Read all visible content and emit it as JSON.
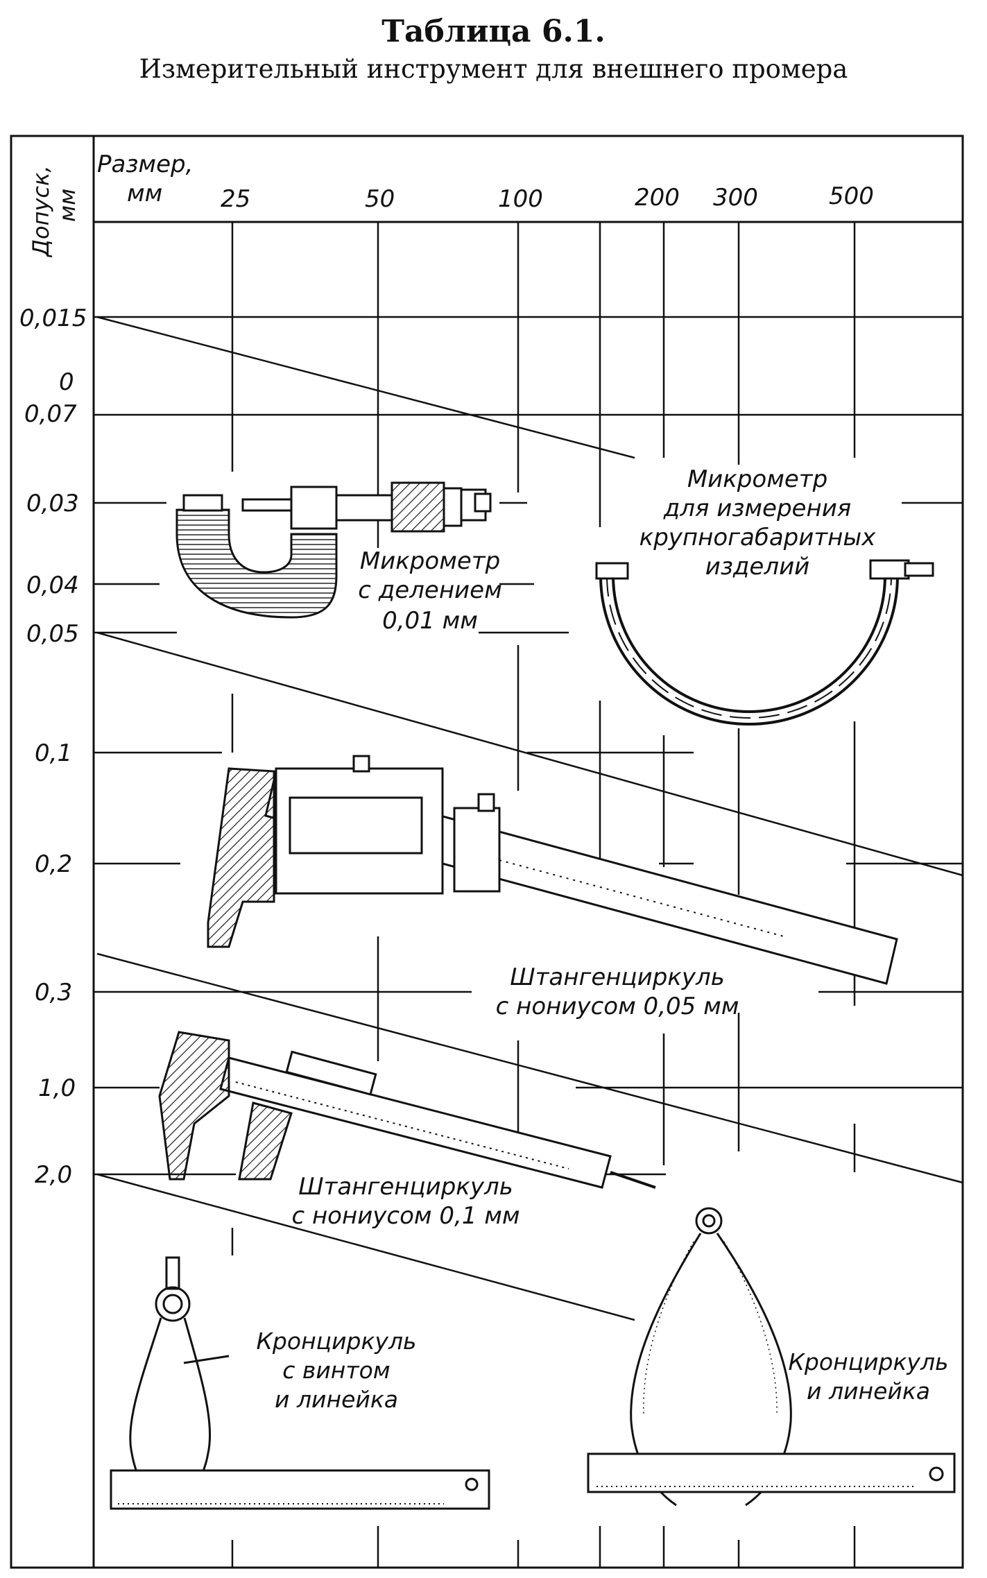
{
  "header": {
    "table_number": "Таблица 6.1.",
    "caption": "Измерительный инструмент для внешнего промера"
  },
  "axes": {
    "size_label_line1": "Размер,",
    "size_label_line2": "мм",
    "tolerance_label_line1": "Допуск,",
    "tolerance_label_line2": "мм",
    "size_ticks": [
      "25",
      "50",
      "100",
      "200",
      "300",
      "500"
    ],
    "tolerance_ticks": [
      "0,015",
      "0,07",
      "0,03",
      "0,04",
      "0,05",
      "0,1",
      "0,2",
      "0,3",
      "1,0",
      "2,0"
    ],
    "stray_mark": "0"
  },
  "instruments": {
    "micrometer_small": [
      "Микрометр",
      "с делением",
      "0,01 мм"
    ],
    "micrometer_large": [
      "Микрометр",
      "для измерения",
      "крупногабаритных",
      "изделий"
    ],
    "caliper_005": [
      "Штангенциркуль",
      "с нониусом 0,05 мм"
    ],
    "caliper_01": [
      "Штангенциркуль",
      "с нониусом 0,1 мм"
    ],
    "screw_calipers": [
      "Кронциркуль",
      "с винтом",
      "и линейка"
    ],
    "calipers": [
      "Кронциркуль",
      "и линейка"
    ]
  }
}
